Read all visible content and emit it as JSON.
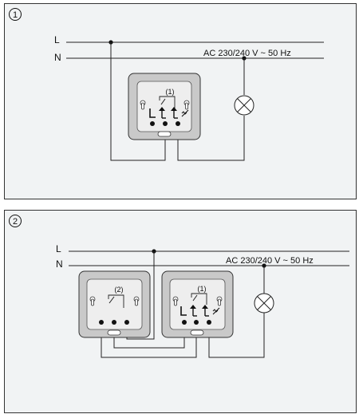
{
  "panel1": {
    "number": "1",
    "line_L": "L",
    "line_N": "N",
    "supply": "AC 230/240 V ~ 50 Hz",
    "switch": {
      "label": "(1)"
    }
  },
  "panel2": {
    "number": "2",
    "line_L": "L",
    "line_N": "N",
    "supply": "AC 230/240 V ~ 50 Hz",
    "switch_left": {
      "label": "(2)"
    },
    "switch_right": {
      "label": "(1)"
    }
  },
  "colors": {
    "background": "#f1f3f4",
    "switch_frame": "#c9c9c9",
    "switch_plate": "#eeeeee",
    "line": "#222222"
  },
  "icons": [
    "lamp-icon",
    "switch-arrow-icon",
    "dimmer-symbol-icon",
    "terminal-icon"
  ]
}
